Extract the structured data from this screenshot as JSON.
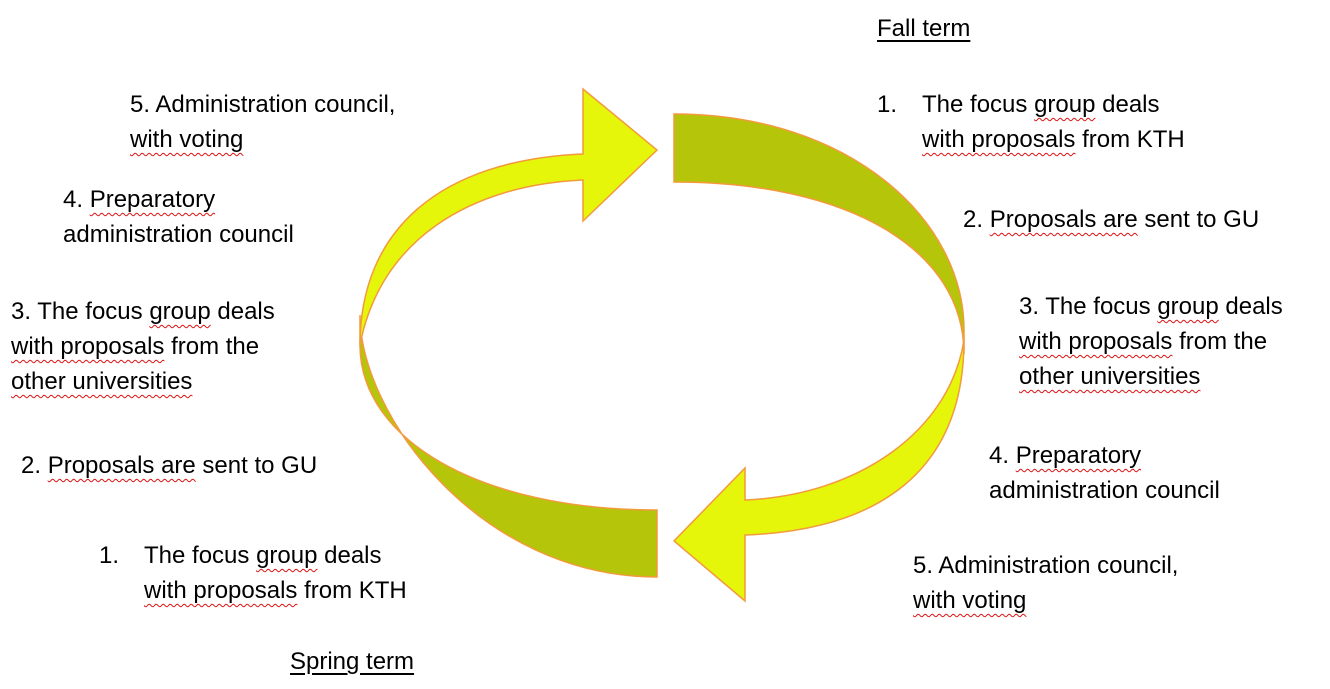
{
  "fall": {
    "heading": "Fall term",
    "step1": {
      "num": "1.",
      "l1a": "The focus ",
      "l1b": "group",
      "l1c": " deals",
      "l2a": "with proposals",
      "l2b": " from KTH"
    },
    "step2": {
      "num": "2. ",
      "a": "Proposals are",
      "b": " sent to GU"
    },
    "step3": {
      "l1a": "3. The focus ",
      "l1b": "group",
      "l1c": " deals",
      "l2a": "with proposals",
      "l2b": " from the",
      "l3": "other universities"
    },
    "step4": {
      "num": "4. ",
      "a": "Preparatory",
      "l2": "administration council"
    },
    "step5": {
      "l1": "5. Administration council,",
      "l2": "with voting"
    }
  },
  "spring": {
    "heading": "Spring term",
    "step1": {
      "num": "1.",
      "l1a": "The focus ",
      "l1b": "group",
      "l1c": " deals",
      "l2a": "with proposals",
      "l2b": " from KTH"
    },
    "step2": {
      "num": "2. ",
      "a": "Proposals are",
      "b": " sent to GU"
    },
    "step3": {
      "l1a": "3. The focus ",
      "l1b": "group",
      "l1c": " deals",
      "l2a": "with proposals",
      "l2b": " from the",
      "l3": "other universities"
    },
    "step4": {
      "num": "4. ",
      "a": "Preparatory",
      "l2": "administration council"
    },
    "step5": {
      "l1": "5. Administration council,",
      "l2": "with voting"
    }
  },
  "colors": {
    "arrow_front": "#e6f60a",
    "arrow_back": "#b5c50a",
    "outline": "#f29a3c"
  }
}
